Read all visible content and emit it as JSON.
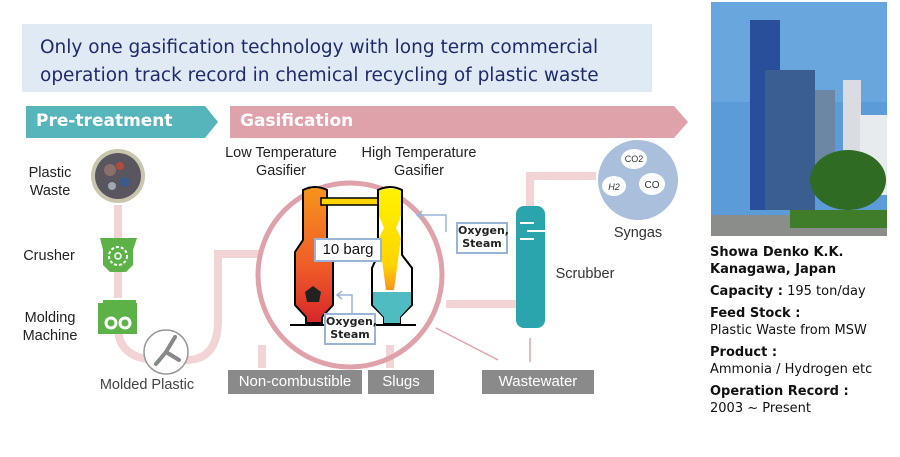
{
  "headline": {
    "line1": "Only one gasification technology with long term commercial",
    "line2": "operation track record in chemical recycling of plastic waste"
  },
  "stages": {
    "pretreatment": "Pre-treatment",
    "gasification": "Gasification"
  },
  "pretreatment_steps": {
    "plastic_waste": [
      "Plastic",
      "Waste"
    ],
    "crusher": "Crusher",
    "molding_machine": [
      "Molding",
      "Machine"
    ],
    "molded_plastic": "Molded Plastic"
  },
  "gasifiers": {
    "low_temp": [
      "Low Temperature",
      "Gasifier"
    ],
    "high_temp": [
      "High Temperature",
      "Gasifier"
    ],
    "pressure": "10 barg",
    "oxygen_steam_1": [
      "Oxygen,",
      "Steam"
    ],
    "oxygen_steam_2": [
      "Oxygen,",
      "Steam"
    ]
  },
  "outputs": {
    "non_combustible": "Non-combustible",
    "slugs": "Slugs",
    "wastewater": "Wastewater",
    "scrubber": "Scrubber",
    "syngas": "Syngas",
    "syngas_components": [
      "CO2",
      "H2",
      "CO"
    ]
  },
  "plant_info": {
    "company": "Showa Denko K.K.",
    "location": "Kanagawa, Japan",
    "capacity_label": "Capacity :",
    "capacity_value": "195 ton/day",
    "feedstock_label": "Feed Stock :",
    "feedstock_value": "Plastic Waste from MSW",
    "product_label": "Product :",
    "product_value": "Ammonia / Hydrogen etc",
    "operation_label": "Operation Record :",
    "operation_value": "2003 ~ Present"
  },
  "colors": {
    "pretreatment": "#56b5bb",
    "gasification": "#e0a2aa",
    "flow": "#f2d4d6",
    "equipment_green": "#5cb247",
    "scrubber": "#2aa5ad",
    "syngas": "#a9bfdc",
    "headline_bg": "#dfeaf5",
    "headline_text": "#1f2a6b"
  }
}
